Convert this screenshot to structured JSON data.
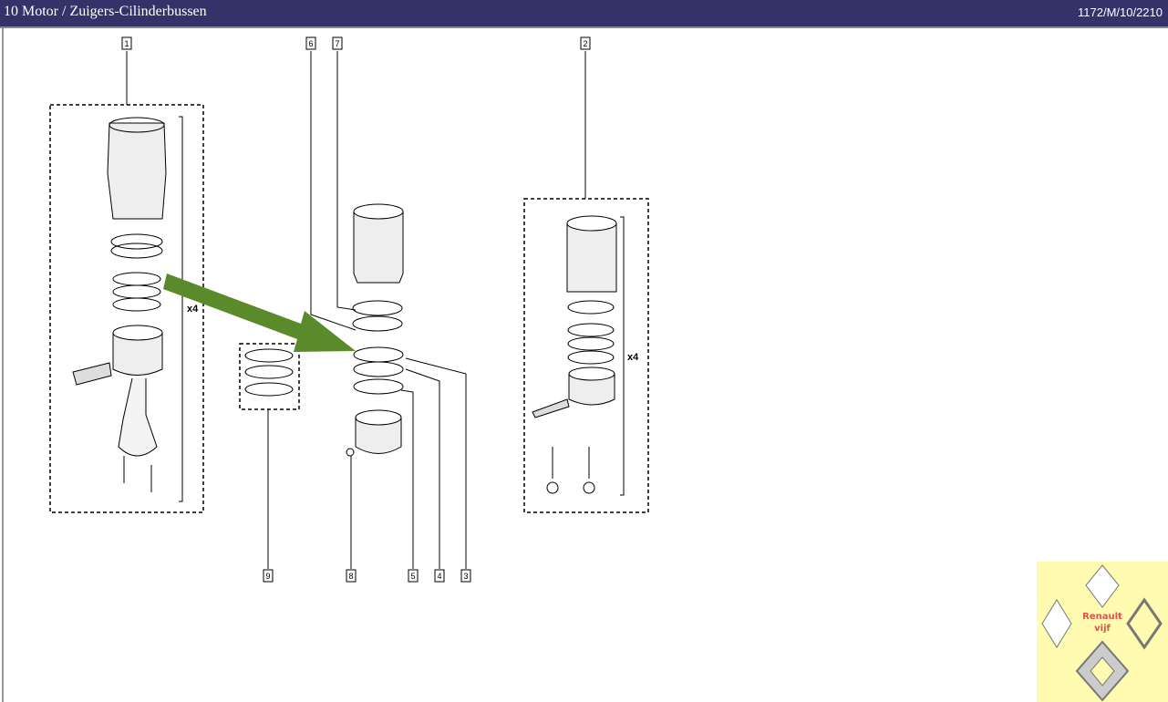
{
  "header": {
    "title": "10 Motor / Zuigers-Cilinderbussen",
    "code": "1172/M/10/2210"
  },
  "diagram": {
    "callouts": [
      "1",
      "6",
      "7",
      "2",
      "9",
      "8",
      "5",
      "4",
      "3"
    ],
    "quantity_left": "x4",
    "quantity_right": "x4",
    "arrow_color": "#5a8a2a"
  },
  "logo": {
    "line1": "Renault",
    "line2": "vijf"
  }
}
